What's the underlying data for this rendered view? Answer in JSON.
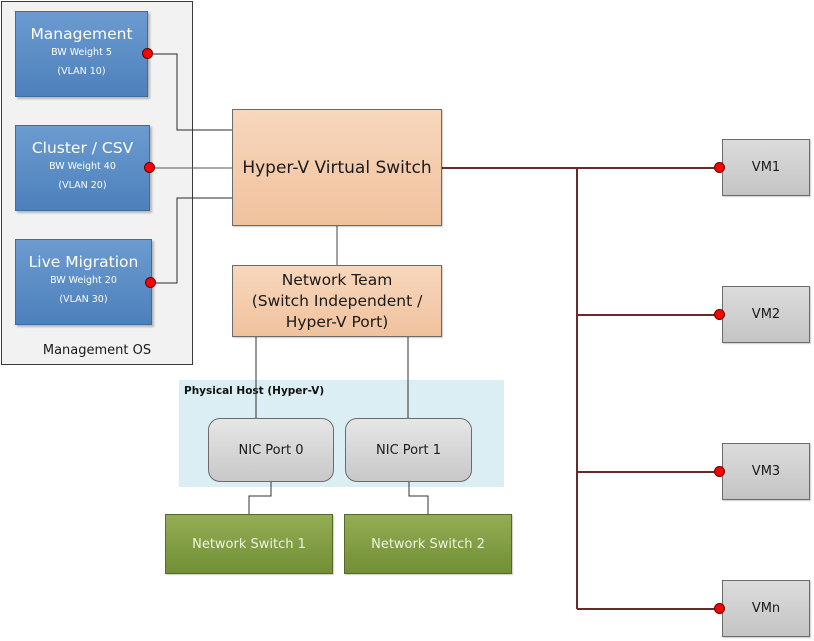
{
  "management_os": {
    "label": "Management OS",
    "vnics": [
      {
        "name": "Management",
        "bw": "BW Weight 5",
        "vlan": "(VLAN 10)"
      },
      {
        "name": "Cluster / CSV",
        "bw": "BW Weight 40",
        "vlan": "(VLAN 20)"
      },
      {
        "name": "Live Migration",
        "bw": "BW Weight 20",
        "vlan": "(VLAN 30)"
      }
    ]
  },
  "virtual_switch": {
    "label": "Hyper-V Virtual Switch"
  },
  "network_team": {
    "line1": "Network Team",
    "line2": "(Switch Independent /",
    "line3": "Hyper-V Port)"
  },
  "physical_host": {
    "label": "Physical Host (Hyper-V)",
    "nics": [
      {
        "label": "NIC Port 0"
      },
      {
        "label": "NIC Port 1"
      }
    ]
  },
  "network_switches": [
    {
      "label": "Network Switch 1"
    },
    {
      "label": "Network Switch 2"
    }
  ],
  "vms": [
    {
      "label": "VM1"
    },
    {
      "label": "VM2"
    },
    {
      "label": "VM3"
    },
    {
      "label": "VMn"
    }
  ],
  "colors": {
    "vnic_blue": "#5b8ec7",
    "switch_orange": "#f4cbaa",
    "physical_switch_green": "#809d43",
    "vm_gray": "#d0d0d0",
    "host_blue": "#daeef3",
    "connector_red": "#ff0000",
    "vm_link": "#6b2a2a"
  }
}
